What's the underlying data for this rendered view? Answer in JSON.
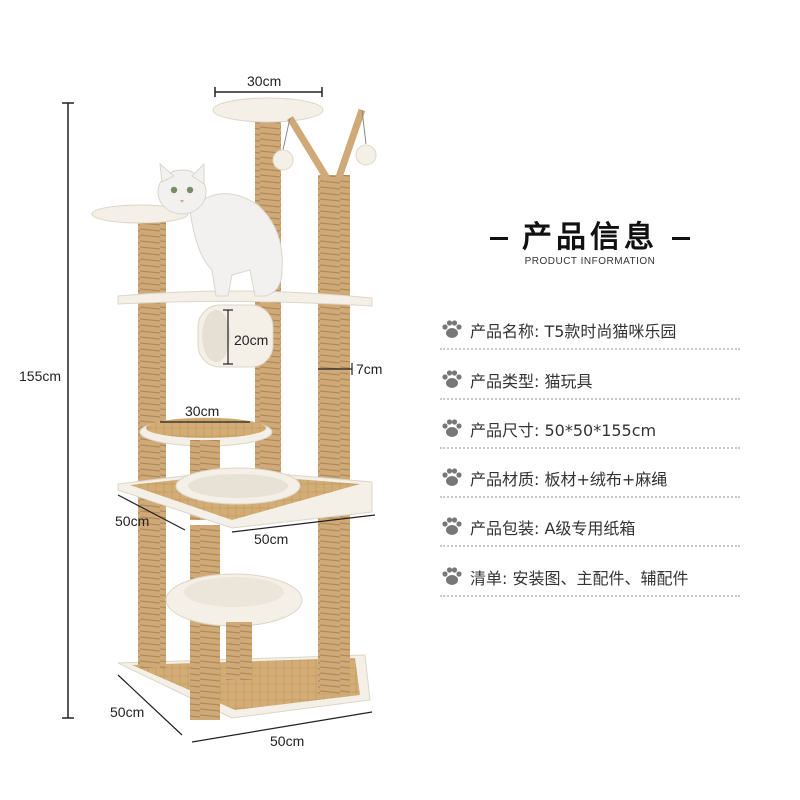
{
  "header": {
    "title": "产品信息",
    "subtitle": "PRODUCT INFORMATION"
  },
  "info_rows": [
    {
      "label": "产品名称: T5款时尚猫咪乐园",
      "icon": "paw-icon"
    },
    {
      "label": "产品类型: 猫玩具",
      "icon": "paw-icon"
    },
    {
      "label": "产品尺寸: 50*50*155cm",
      "icon": "paw-icon"
    },
    {
      "label": "产品材质: 板材+绒布+麻绳",
      "icon": "paw-icon"
    },
    {
      "label": "产品包装: A级专用纸箱",
      "icon": "paw-icon"
    },
    {
      "label": "清单: 安装图、主配件、辅配件",
      "icon": "paw-icon"
    }
  ],
  "dimensions": {
    "top_platform": "30cm",
    "tunnel": "20cm",
    "post": "7cm",
    "height": "155cm",
    "middle_platform": "30cm",
    "mid_depth": "50cm",
    "mid_width": "50cm",
    "base_depth": "50cm",
    "base_width": "50cm"
  },
  "colors": {
    "plush": "#f4f0e8",
    "sisal": "#cfa978",
    "text": "#333333"
  }
}
